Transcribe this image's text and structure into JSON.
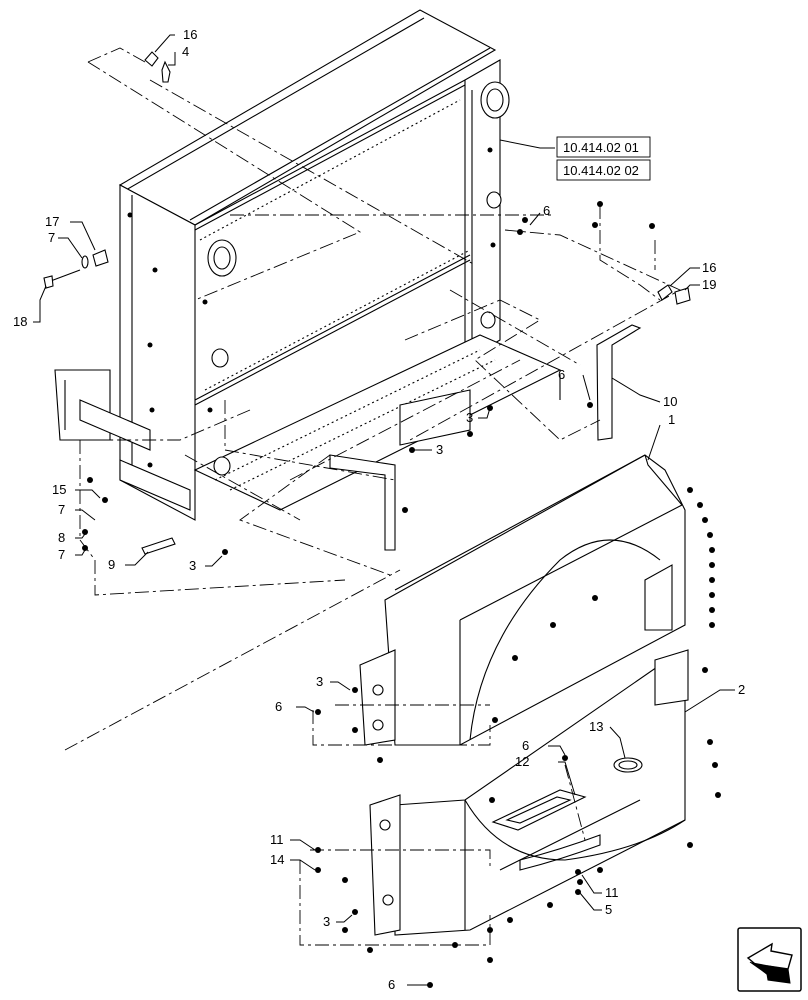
{
  "callouts": [
    {
      "id": "c16a",
      "label": "16"
    },
    {
      "id": "c4",
      "label": "4"
    },
    {
      "id": "c6a",
      "label": "6"
    },
    {
      "id": "c17",
      "label": "17"
    },
    {
      "id": "c7a",
      "label": "7"
    },
    {
      "id": "c18",
      "label": "18"
    },
    {
      "id": "c16b",
      "label": "16"
    },
    {
      "id": "c19",
      "label": "19"
    },
    {
      "id": "c6b",
      "label": "6"
    },
    {
      "id": "c10",
      "label": "10"
    },
    {
      "id": "c3a",
      "label": "3"
    },
    {
      "id": "c3b",
      "label": "3"
    },
    {
      "id": "c1",
      "label": "1"
    },
    {
      "id": "c15",
      "label": "15"
    },
    {
      "id": "c7b",
      "label": "7"
    },
    {
      "id": "c8",
      "label": "8"
    },
    {
      "id": "c7c",
      "label": "7"
    },
    {
      "id": "c9",
      "label": "9"
    },
    {
      "id": "c3c",
      "label": "3"
    },
    {
      "id": "c2",
      "label": "2"
    },
    {
      "id": "c3d",
      "label": "3"
    },
    {
      "id": "c6c",
      "label": "6"
    },
    {
      "id": "c13",
      "label": "13"
    },
    {
      "id": "c6d",
      "label": "6"
    },
    {
      "id": "c12",
      "label": "12"
    },
    {
      "id": "c11a",
      "label": "11"
    },
    {
      "id": "c14",
      "label": "14"
    },
    {
      "id": "c11b",
      "label": "11"
    },
    {
      "id": "c5",
      "label": "5"
    },
    {
      "id": "c3e",
      "label": "3"
    },
    {
      "id": "c6e",
      "label": "6"
    }
  ],
  "references": [
    {
      "id": "ref1",
      "label": "10.414.02 01"
    },
    {
      "id": "ref2",
      "label": "10.414.02 02"
    }
  ],
  "icons": {
    "nav": "next-page-arrow-icon"
  }
}
